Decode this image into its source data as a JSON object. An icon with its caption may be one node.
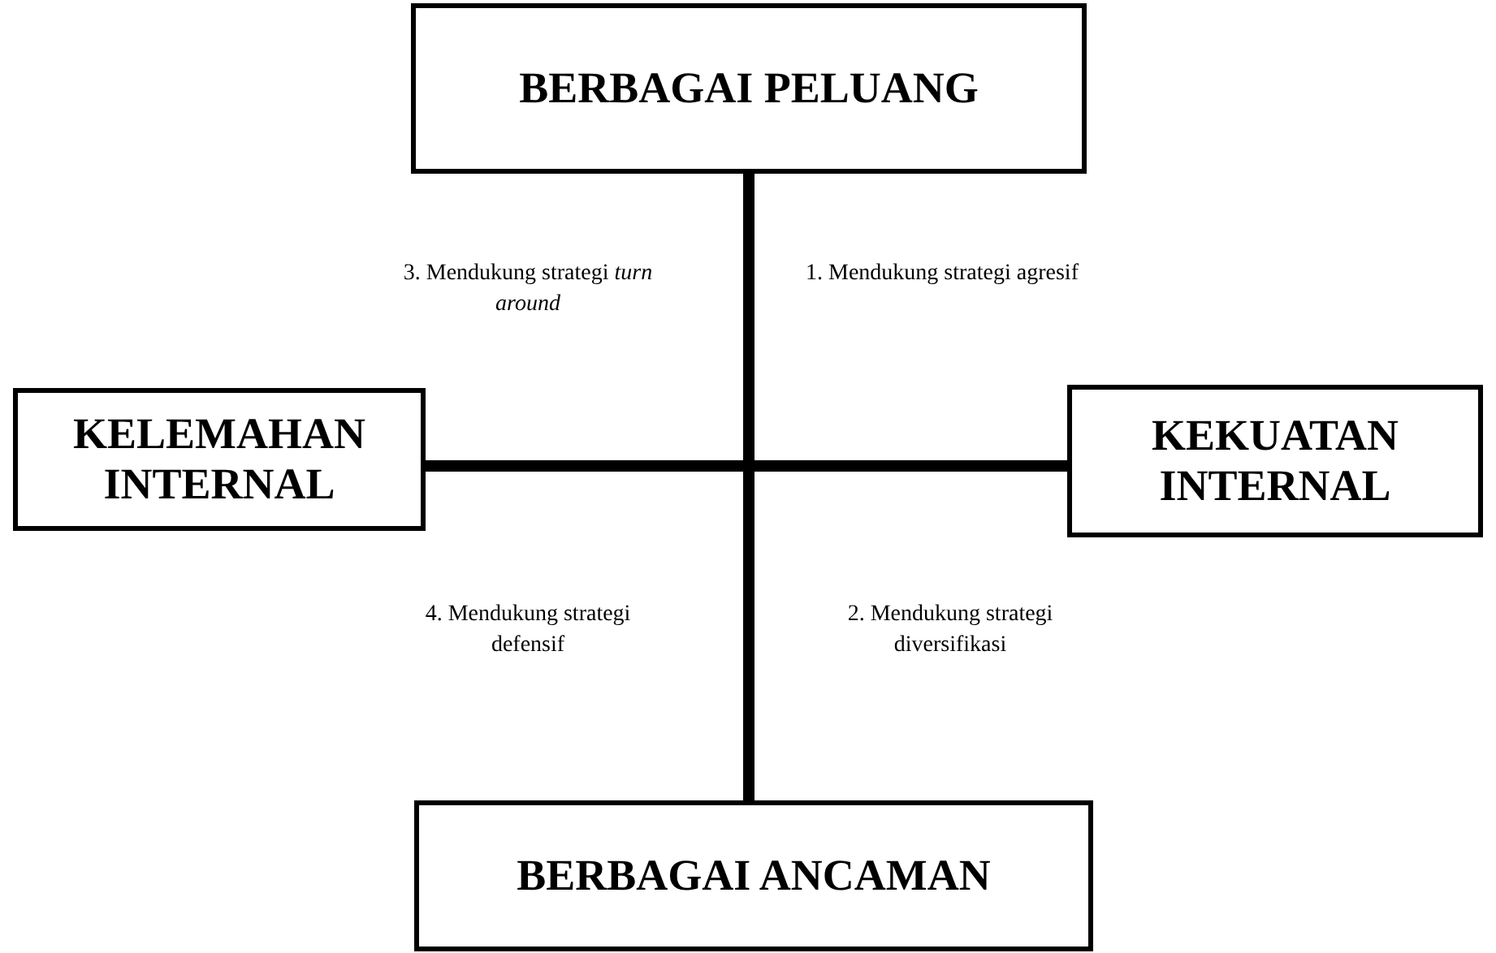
{
  "diagram": {
    "nodes": [
      {
        "text": [
          "BERBAGAI PELUANG"
        ]
      },
      {
        "text": [
          "KELEMAHAN INTERNAL"
        ]
      },
      {
        "text": [
          "KEKUATAN INTERNAL"
        ]
      },
      {
        "text": [
          "BERBAGAI ANCAMAN"
        ]
      }
    ],
    "edges": [
      {
        "from": 0,
        "to": 3,
        "arrow": "none"
      },
      {
        "from": 1,
        "to": 2,
        "arrow": "none"
      }
    ],
    "labels": [
      "3. Mendukung strategi *turn around*",
      "1. Mendukung strategi agresif",
      "4. Mendukung strategi defensif",
      "2. Mendukung strategi diversifikasi"
    ]
  }
}
